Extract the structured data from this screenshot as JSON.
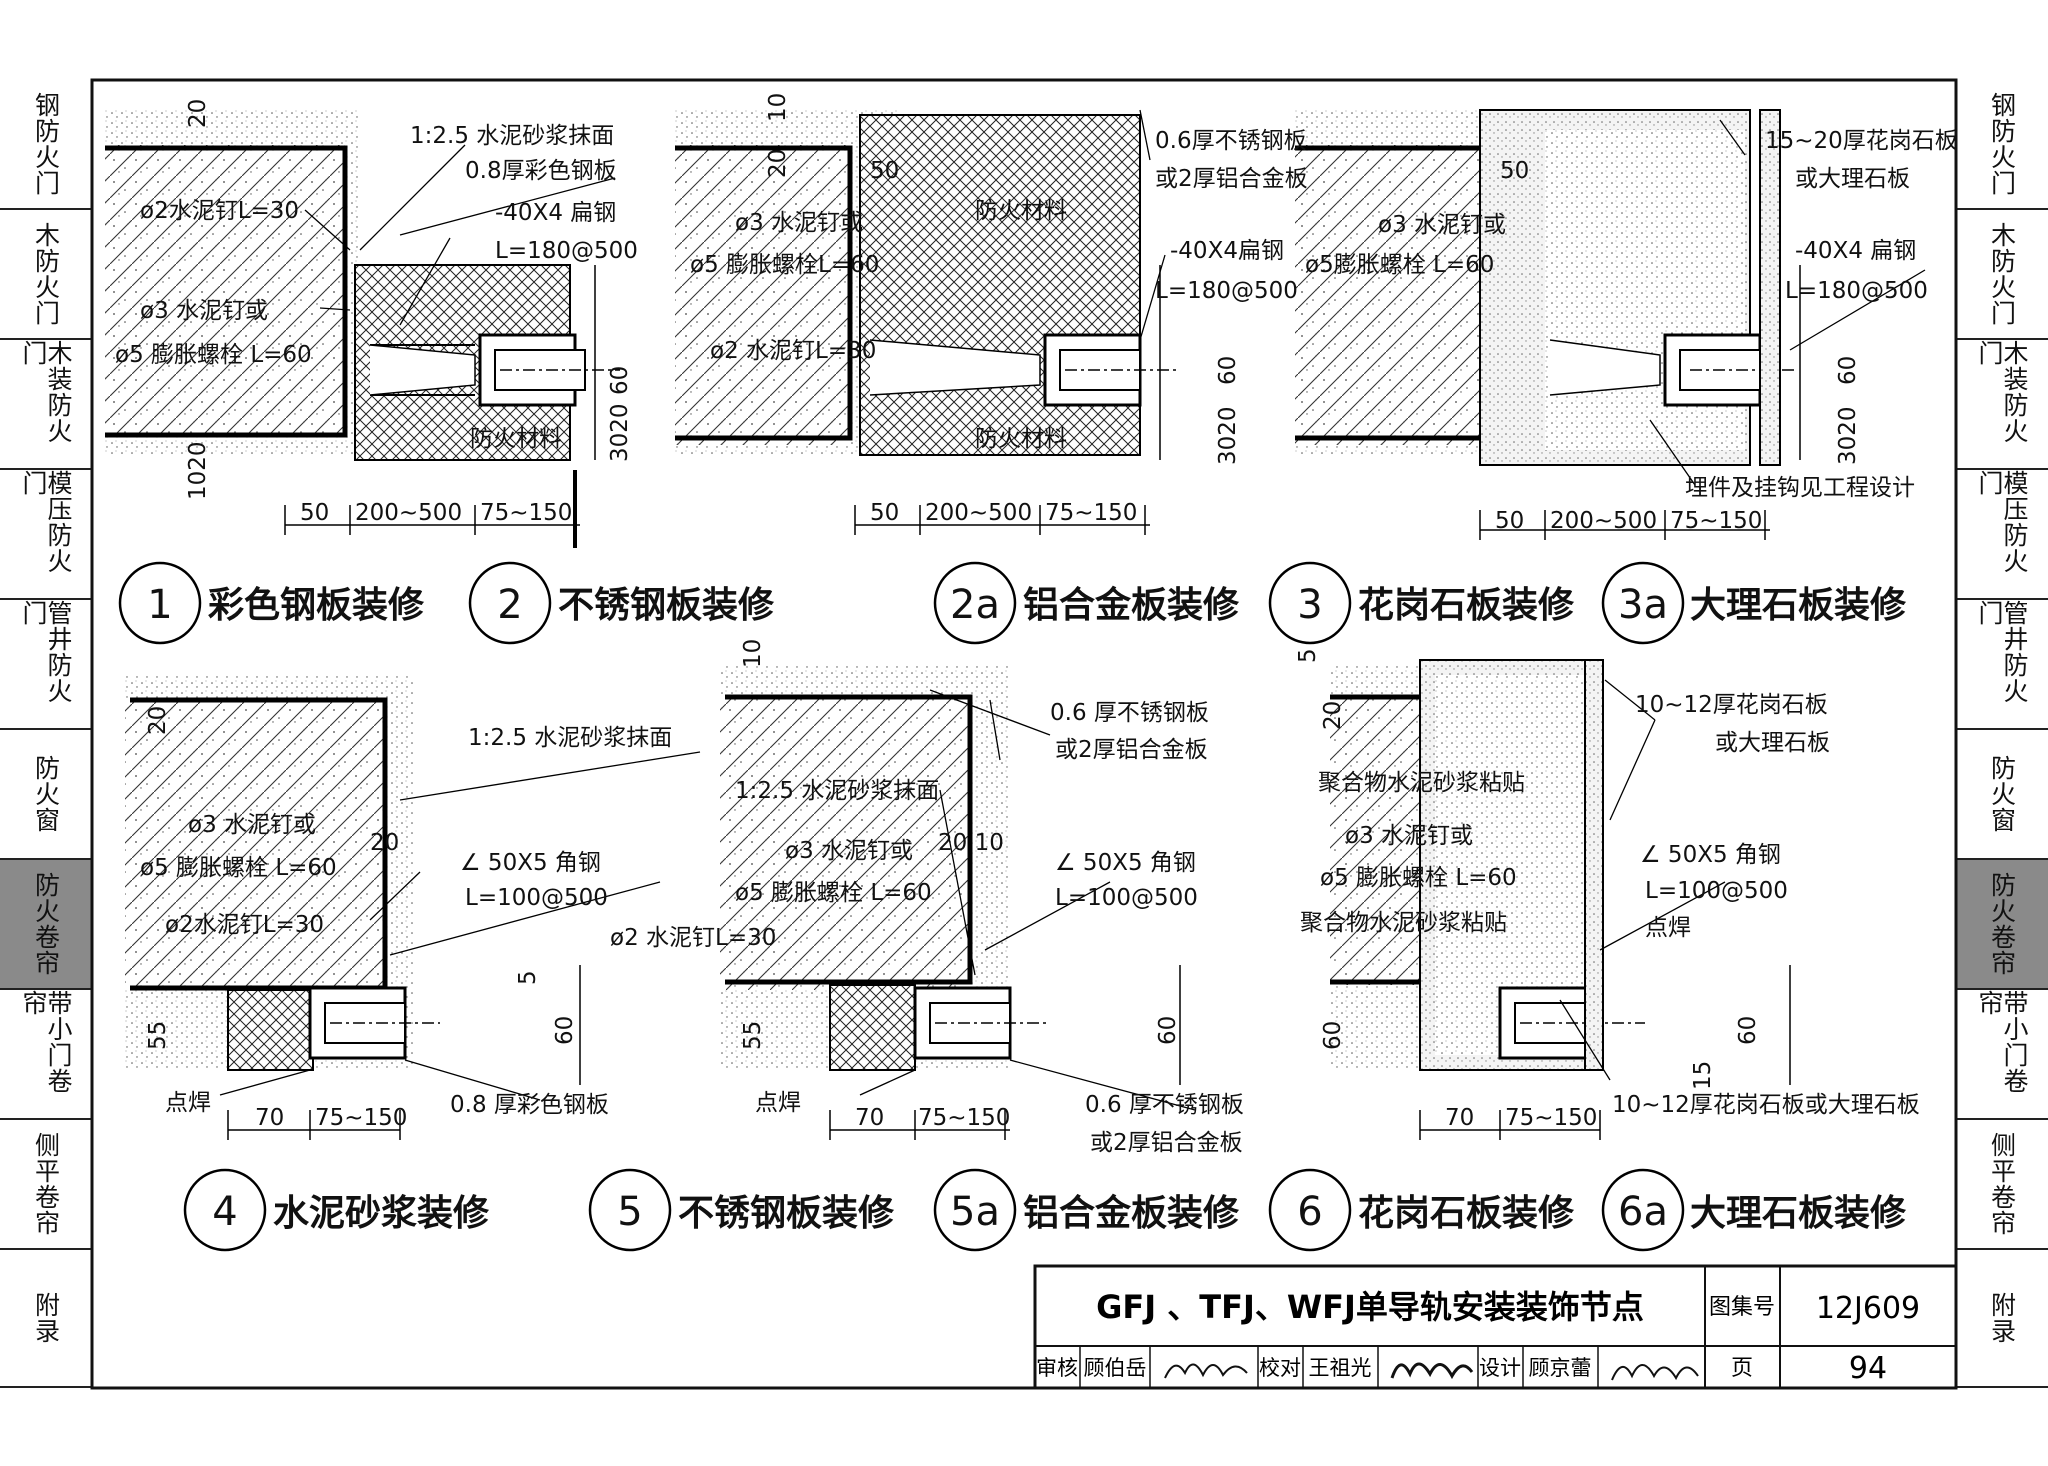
{
  "tabs": [
    {
      "label": "钢防火门",
      "active": false
    },
    {
      "label": "木防火门",
      "active": false
    },
    {
      "label": "木装防火门",
      "active": false
    },
    {
      "label": "模压防火门",
      "active": false
    },
    {
      "label": "管井防火门",
      "active": false
    },
    {
      "label": "防火窗",
      "active": false
    },
    {
      "label": "防火卷帘",
      "active": true
    },
    {
      "label": "带小门卷帘",
      "active": false
    },
    {
      "label": "侧平卷帘",
      "active": false
    },
    {
      "label": "附录",
      "active": false
    }
  ],
  "details": {
    "d1": {
      "num": "1",
      "title": "彩色钢板装修"
    },
    "d2": {
      "num": "2",
      "title": "不锈钢板装修"
    },
    "d2a": {
      "num": "2a",
      "title": "铝合金板装修"
    },
    "d3": {
      "num": "3",
      "title": "花岗石板装修"
    },
    "d3a": {
      "num": "3a",
      "title": "大理石板装修"
    },
    "d4": {
      "num": "4",
      "title": "水泥砂浆装修"
    },
    "d5": {
      "num": "5",
      "title": "不锈钢板装修"
    },
    "d5a": {
      "num": "5a",
      "title": "铝合金板装修"
    },
    "d6": {
      "num": "6",
      "title": "花岗石板装修"
    },
    "d6a": {
      "num": "6a",
      "title": "大理石板装修"
    }
  },
  "labels": {
    "p1_mortar": "1:2.5 水泥砂浆抹面",
    "p1_plate": "0.8厚彩色钢板",
    "p1_nail": "ø2水泥钉L=30",
    "p1_flat": "-40X4 扁钢",
    "p1_flat_len": "L=180@500",
    "p1_nail3": "ø3 水泥钉或",
    "p1_bolt": "ø5 膨胀螺栓 L=60",
    "p1_fire": "防火材料",
    "p2_plate": "0.6厚不锈钢板",
    "p2_plate2": "或2厚铝合金板",
    "p2_fire_top": "防火材料",
    "p2_nail3": "ø3 水泥钉或",
    "p2_bolt": "ø5 膨胀螺栓L=60",
    "p2_flat": "-40X4扁钢",
    "p2_flat_len": "L=180@500",
    "p2_nail": "ø2 水泥钉L=30",
    "p2_fire": "防火材料",
    "p3_stone": "15~20厚花岗石板",
    "p3_stone2": "或大理石板",
    "p3_nail3": "ø3 水泥钉或",
    "p3_bolt": "ø5膨胀螺栓 L=60",
    "p3_flat": "-40X4 扁钢",
    "p3_flat_len": "L=180@500",
    "p3_hang": "埋件及挂钩见工程设计",
    "p4_mortar": "1:2.5 水泥砂浆抹面",
    "p4_nail3": "ø3 水泥钉或",
    "p4_bolt": "ø5 膨胀螺栓 L=60",
    "p4_nail": "ø2水泥钉L=30",
    "p4_angle": "∠ 50X5 角钢",
    "p4_angle_len": "L=100@500",
    "p4_weld": "点焊",
    "p4_plate": "0.8 厚彩色钢板",
    "p5_plate": "0.6 厚不锈钢板",
    "p5_plate2": "或2厚铝合金板",
    "p5_mortar": "1:2.5 水泥砂浆抹面",
    "p5_nail3": "ø3 水泥钉或",
    "p5_bolt": "ø5 膨胀螺栓 L=60",
    "p5_nail": "ø2 水泥钉L=30",
    "p5_angle": "∠ 50X5 角钢",
    "p5_angle_len": "L=100@500",
    "p5_weld": "点焊",
    "p5_plate_b": "0.6 厚不锈钢板",
    "p5_plate_b2": "或2厚铝合金板",
    "p6_stone": "10~12厚花岗石板",
    "p6_stone2": "或大理石板",
    "p6_glue": "聚合物水泥砂浆粘贴",
    "p6_nail3": "ø3 水泥钉或",
    "p6_bolt": "ø5 膨胀螺栓 L=60",
    "p6_glue2": "聚合物水泥砂浆粘贴",
    "p6_angle": "∠ 50X5  角钢",
    "p6_angle_len": "L=100@500",
    "p6_weld": "点焊",
    "p6_stone_b": "10~12厚花岗石板或大理石板"
  },
  "dims": {
    "d20": "20",
    "d10": "10",
    "d1020": "1020",
    "d30": "30",
    "d60": "60",
    "d50": "50",
    "d5": "5",
    "d15": "15",
    "d55": "55",
    "d70": "70",
    "w200": "200~500",
    "w75": "75~150",
    "d3020": "3020",
    "d2010": "20 10"
  },
  "title_block": {
    "title": "GFJ 、TFJ、WFJ单导轨安装装饰节点",
    "atlas_label": "图集号",
    "atlas_no": "12J609",
    "review_label": "审核",
    "reviewer": "顾伯岳",
    "check_label": "校对",
    "checker": "王祖光",
    "design_label": "设计",
    "designer": "顾京蕾",
    "page_label": "页",
    "page_no": "94"
  }
}
